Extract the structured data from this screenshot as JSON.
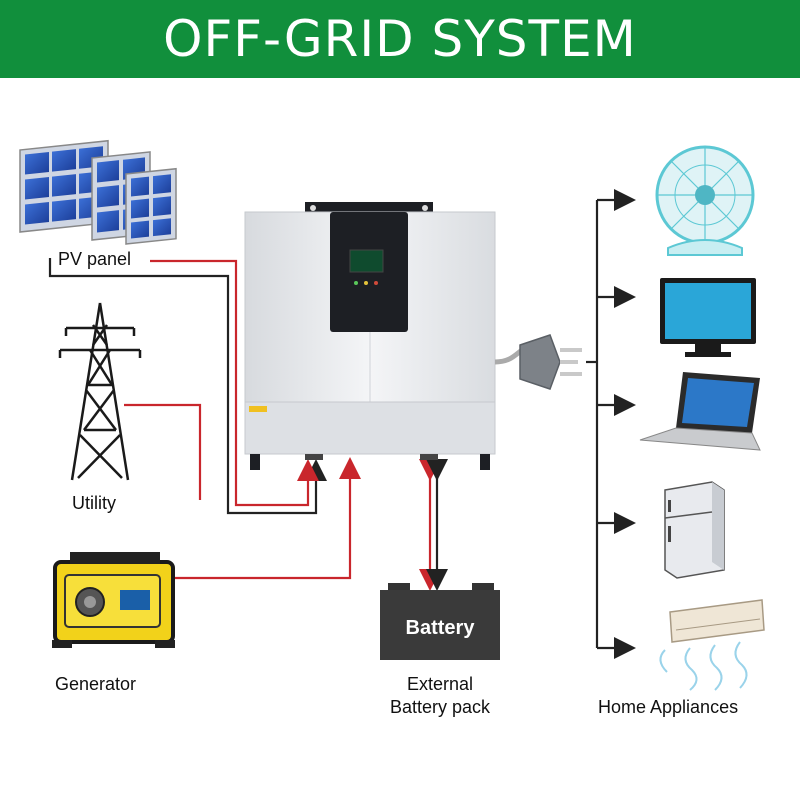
{
  "header": {
    "title": "OFF-GRID SYSTEM",
    "bg_color": "#118f3c"
  },
  "labels": {
    "pv_panel": "PV panel",
    "utility": "Utility",
    "generator": "Generator",
    "battery_text": "Battery",
    "battery_caption_line1": "External",
    "battery_caption_line2": "Battery pack",
    "home_appliances": "Home Appliances"
  },
  "colors": {
    "ac_line": "#c9262c",
    "dc_line": "#222222",
    "inverter_body": "#e9ebee",
    "inverter_panel": "#1d1f24"
  },
  "icons": [
    "solar-panel-icon",
    "transmission-tower-icon",
    "generator-icon",
    "inverter-icon",
    "battery-icon",
    "plug-icon",
    "fan-icon",
    "tv-icon",
    "laptop-icon",
    "refrigerator-icon",
    "air-conditioner-icon"
  ]
}
